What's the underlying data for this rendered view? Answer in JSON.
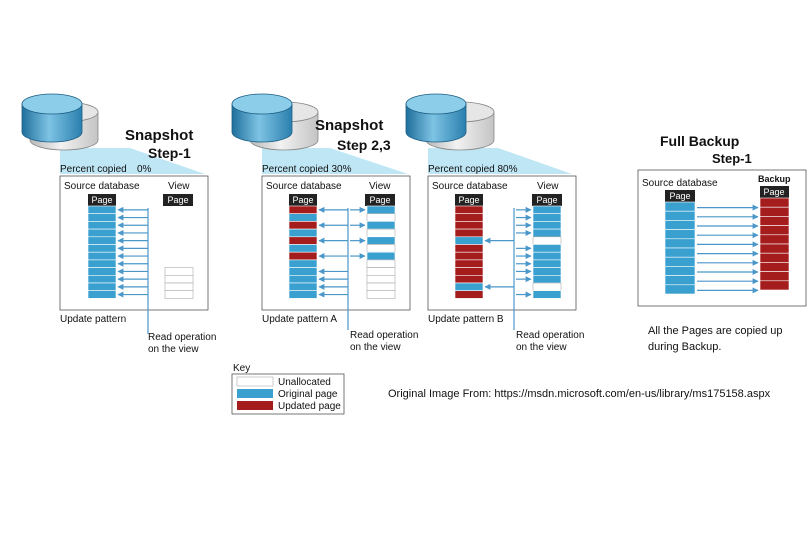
{
  "colors": {
    "original": "#3aa0cf",
    "updated": "#a51c1c",
    "unallocated": "#ffffff",
    "arrow": "#4b97c9",
    "beam": "#bfe6f5",
    "header_bg": "#222222"
  },
  "snapshot1": {
    "title": "Snapshot",
    "step": "Step-1",
    "percent_label": "Percent copied",
    "percent_value": "0%",
    "source_label": "Source database",
    "view_label": "View",
    "page_label": "Page",
    "view_page_label": "Page",
    "caption": "Update pattern",
    "read_label_1": "Read operation",
    "read_label_2": "on the view",
    "source_pages": [
      "original",
      "original",
      "original",
      "original",
      "original",
      "original",
      "original",
      "original",
      "original",
      "original",
      "original",
      "original"
    ],
    "view_pages": [
      "empty",
      "empty",
      "empty",
      "empty",
      "empty",
      "empty",
      "empty",
      "empty",
      "unallocated",
      "unallocated",
      "unallocated",
      "unallocated"
    ]
  },
  "snapshot23": {
    "title": "Snapshot",
    "step": "Step 2,3",
    "percent_label": "Percent copied 30%",
    "source_label": "Source database",
    "view_label": "View",
    "page_label": "Page",
    "view_page_label": "Page",
    "caption": "Update pattern A",
    "read_label_1": "Read operation",
    "read_label_2": "on the view",
    "source_pages": [
      "updated",
      "original",
      "updated",
      "original",
      "updated",
      "original",
      "updated",
      "original",
      "original",
      "original",
      "original",
      "original"
    ],
    "view_pages": [
      "original",
      "unallocated",
      "original",
      "unallocated",
      "original",
      "unallocated",
      "original",
      "unallocated",
      "unallocated",
      "unallocated",
      "unallocated",
      "unallocated"
    ]
  },
  "snapshot80": {
    "percent_label": "Percent copied 80%",
    "source_label": "Source database",
    "view_label": "View",
    "page_label": "Page",
    "view_page_label": "Page",
    "caption": "Update pattern B",
    "read_label_1": "Read operation",
    "read_label_2": "on the view",
    "source_pages": [
      "updated",
      "updated",
      "updated",
      "updated",
      "original",
      "updated",
      "updated",
      "updated",
      "updated",
      "updated",
      "original",
      "updated"
    ],
    "view_pages": [
      "original",
      "original",
      "original",
      "original",
      "unallocated",
      "original",
      "original",
      "original",
      "original",
      "original",
      "unallocated",
      "original"
    ]
  },
  "fullbackup": {
    "title": "Full Backup",
    "step": "Step-1",
    "source_label": "Source database",
    "backup_label": "Backup",
    "page_label": "Page",
    "backup_page_label": "Page",
    "note_1": "All the Pages are copied up",
    "note_2": "during Backup.",
    "source_pages": [
      "original",
      "original",
      "original",
      "original",
      "original",
      "original",
      "original",
      "original",
      "original",
      "original"
    ],
    "backup_pages": [
      "updated",
      "updated",
      "updated",
      "updated",
      "updated",
      "updated",
      "updated",
      "updated",
      "updated",
      "updated"
    ]
  },
  "key": {
    "title": "Key",
    "items": [
      {
        "label": "Unallocated",
        "type": "unallocated"
      },
      {
        "label": "Original page",
        "type": "original"
      },
      {
        "label": "Updated page",
        "type": "updated"
      }
    ]
  },
  "source_note": "Original Image From: https://msdn.microsoft.com/en-us/library/ms175158.aspx"
}
